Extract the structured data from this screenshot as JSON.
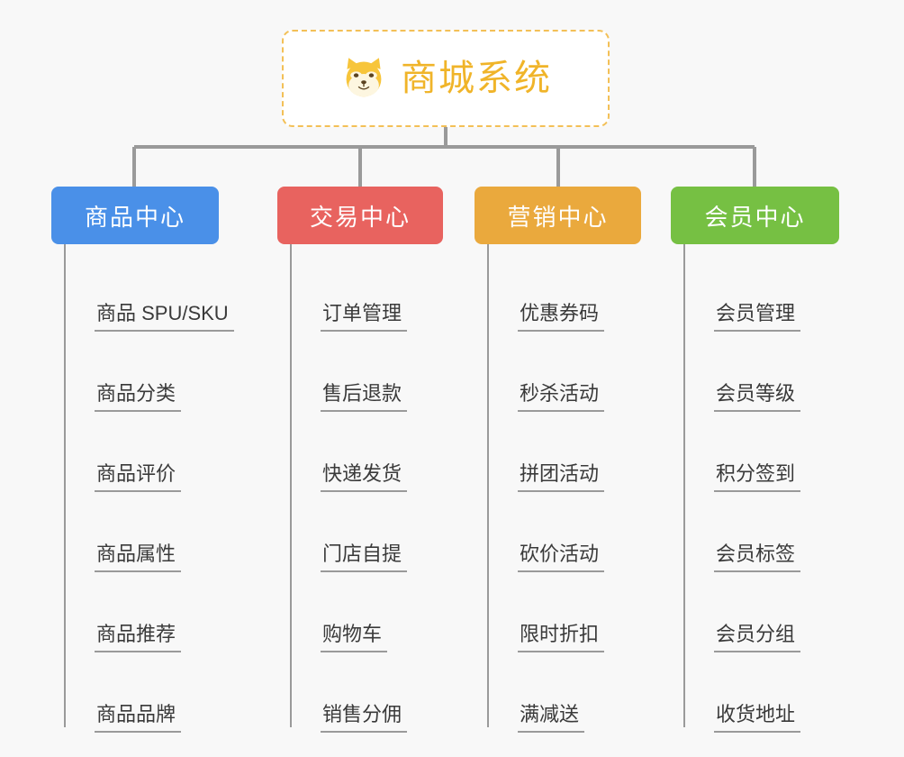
{
  "root": {
    "title": "商城系统",
    "logo_icon": "shiba-dog-face-icon",
    "border_color": "#f3c057",
    "title_color": "#f0b429"
  },
  "branches": [
    {
      "name": "商品中心",
      "color": "#4a90e8",
      "items": [
        "商品 SPU/SKU",
        "商品分类",
        "商品评价",
        "商品属性",
        "商品推荐",
        "商品品牌"
      ]
    },
    {
      "name": "交易中心",
      "color": "#e8635f",
      "items": [
        "订单管理",
        "售后退款",
        "快递发货",
        "门店自提",
        "购物车",
        "销售分佣"
      ]
    },
    {
      "name": "营销中心",
      "color": "#eaa93d",
      "items": [
        "优惠券码",
        "秒杀活动",
        "拼团活动",
        "砍价活动",
        "限时折扣",
        "满减送"
      ]
    },
    {
      "name": "会员中心",
      "color": "#76c043",
      "items": [
        "会员管理",
        "会员等级",
        "积分签到",
        "会员标签",
        "会员分组",
        "收货地址"
      ]
    }
  ],
  "canvas": {
    "background_color": "#f8f8f8",
    "connector_color": "#9a9a9a"
  }
}
